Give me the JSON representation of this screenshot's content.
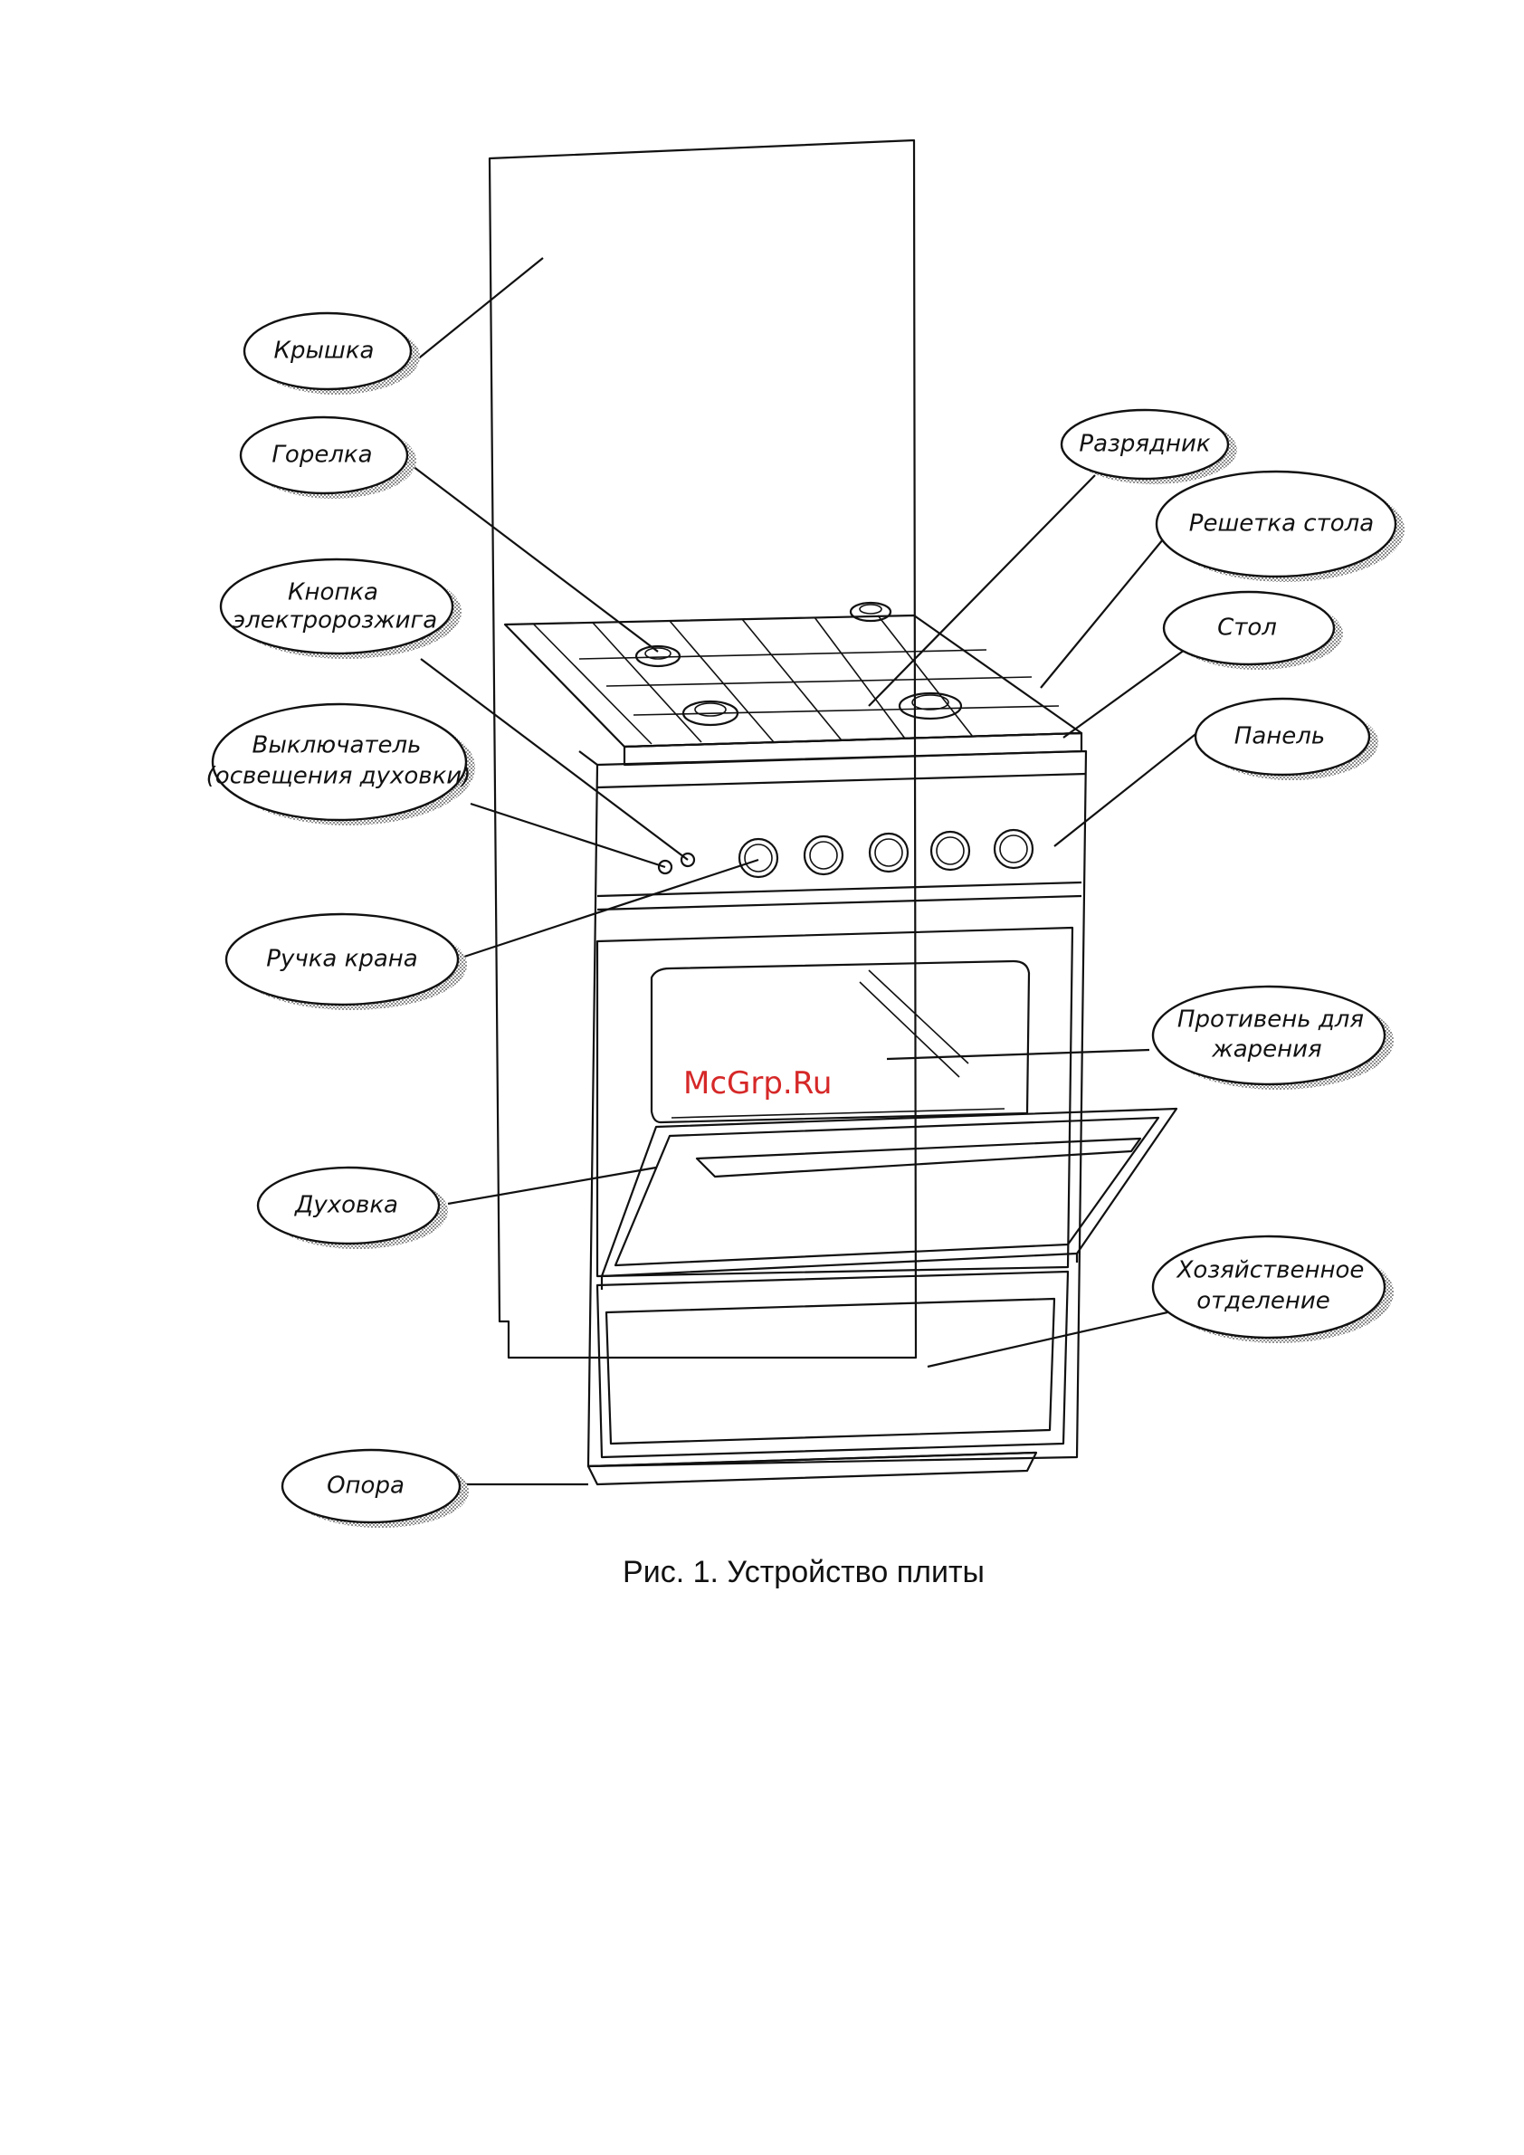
{
  "labels": {
    "lid": "Крышка",
    "burner": "Горелка",
    "ignition_line1": "Кнопка",
    "ignition_line2": "электророзжига",
    "switch_line1": "Выключатель",
    "switch_line2": "(освещения духовки)",
    "tap_handle": "Ручка крана",
    "oven": "Духовка",
    "support": "Опора",
    "spark": "Разрядник",
    "grid": "Решетка стола",
    "table": "Стол",
    "panel": "Панель",
    "tray_line1": "Противень для",
    "tray_line2": "жарения",
    "storage_line1": "Хозяйственное",
    "storage_line2": "отделение"
  },
  "caption": "Рис. 1. Устройство плиты",
  "watermark": "McGrp.Ru",
  "colors": {
    "ink": "#111111",
    "watermark": "#d62828",
    "shadow": "#8a8a8a"
  }
}
